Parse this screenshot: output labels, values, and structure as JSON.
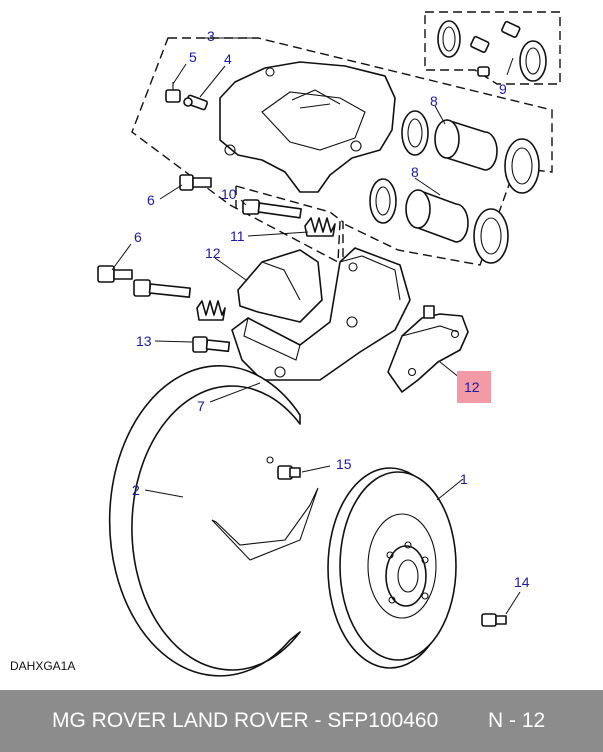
{
  "diagram": {
    "drawing_code": "DAHXGA1A",
    "callouts": {
      "c1": "1",
      "c2": "2",
      "c3": "3",
      "c4": "4",
      "c5": "5",
      "c6a": "6",
      "c6b": "6",
      "c7": "7",
      "c8a": "8",
      "c8b": "8",
      "c9": "9",
      "c10": "10",
      "c11": "11",
      "c12a": "12",
      "c12b": "12",
      "c13": "13",
      "c14": "14",
      "c15": "15"
    },
    "highlight_color": "#f29aa5",
    "callout_color": "#1a1aa8"
  },
  "footer": {
    "title": "MG ROVER LAND ROVER - SFP100460",
    "page": "N - 12",
    "background_color": "#8c8c8c"
  }
}
